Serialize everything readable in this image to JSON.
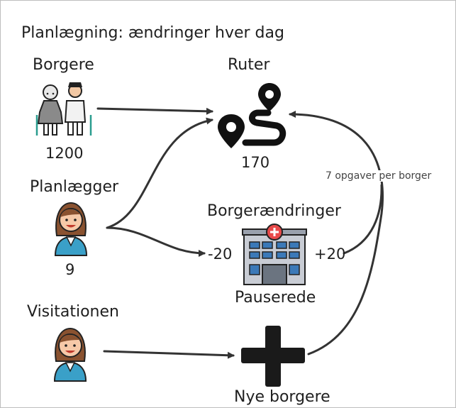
{
  "title": "Planlægning: ændringer hver dag",
  "nodes": {
    "borgere": {
      "label": "Borgere",
      "value": "1200",
      "icon": "elderly-couple-icon"
    },
    "ruter": {
      "label": "Ruter",
      "value": "170",
      "icon": "route-icon"
    },
    "planlaegger": {
      "label": "Planlægger",
      "value": "9",
      "icon": "woman-avatar-icon"
    },
    "borgerandringer": {
      "label": "Borgerændringer",
      "sublabel": "Pauserede",
      "icon": "hospital-icon"
    },
    "visitationen": {
      "label": "Visitationen",
      "icon": "woman-avatar-icon"
    },
    "nye_borgere": {
      "label": "Nye borgere",
      "icon": "plus-icon"
    }
  },
  "edges": {
    "minus": "-20",
    "plus": "+20",
    "opgaver": "7 opgaver per borger"
  },
  "colors": {
    "line": "#333333",
    "text": "#1f1f1f",
    "hair": "#8a5230",
    "skin": "#f6c9a8",
    "shirt": "#3aa0c8",
    "building": "#c8ccd4",
    "window": "#3b79b8",
    "cross": "#e84a4a"
  }
}
